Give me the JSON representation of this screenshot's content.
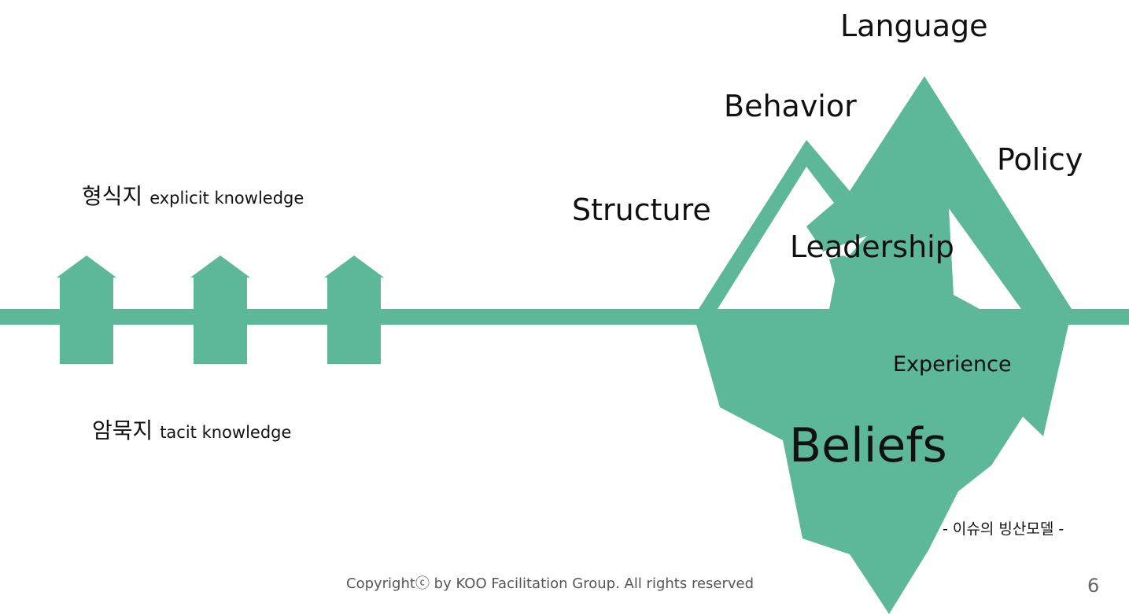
{
  "colors": {
    "accent": "#5DB89A",
    "text": "#111111"
  },
  "left": {
    "explicit_kr": "형식지",
    "explicit_en": "explicit knowledge",
    "tacit_kr": "암묵지",
    "tacit_en": "tacit knowledge"
  },
  "iceberg": {
    "language": "Language",
    "behavior": "Behavior",
    "policy": "Policy",
    "structure": "Structure",
    "leadership": "Leadership",
    "experience": "Experience",
    "beliefs": "Beliefs",
    "model_caption": "- 이슈의 빙산모델 -"
  },
  "footer": {
    "copyright": "Copyrightⓒ by KOO Facilitation Group. All rights reserved",
    "page_number": "6"
  }
}
